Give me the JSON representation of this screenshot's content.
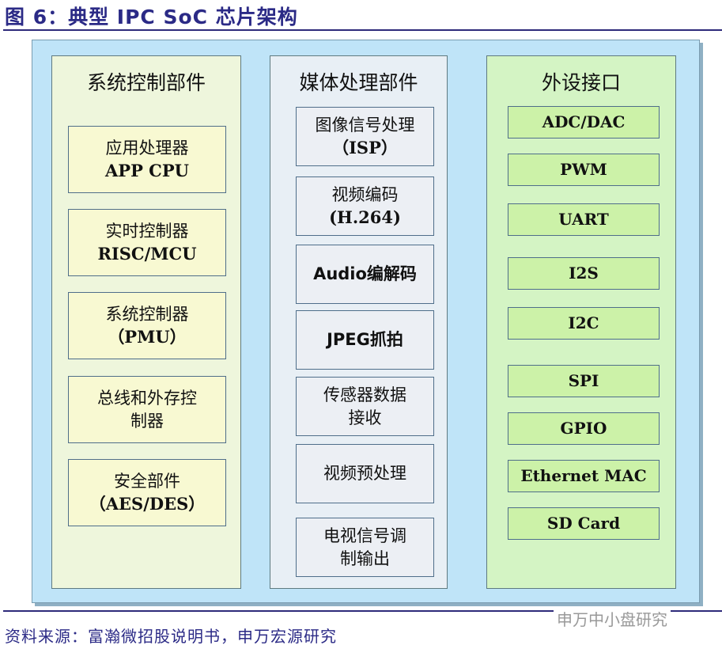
{
  "title": "图 6：典型 IPC SoC 芯片架构",
  "columns": [
    {
      "title": "系统控制部件",
      "items": [
        [
          "应用处理器",
          "APP CPU"
        ],
        [
          "实时控制器",
          "RISC/MCU"
        ],
        [
          "系统控制器",
          "（PMU）"
        ],
        [
          "总线和外存控",
          "制器"
        ],
        [
          "安全部件",
          "（AES/DES）"
        ]
      ]
    },
    {
      "title": "媒体处理部件",
      "items": [
        [
          "图像信号处理",
          "（ISP）"
        ],
        [
          "视频编码",
          "(H.264)"
        ],
        [
          "Audio编解码",
          ""
        ],
        [
          "JPEG抓拍",
          ""
        ],
        [
          "传感器数据",
          "接收"
        ],
        [
          "视频预处理",
          ""
        ],
        [
          "电视信号调",
          "制输出"
        ]
      ]
    },
    {
      "title": "外设接口",
      "items": [
        "ADC/DAC",
        "PWM",
        "UART",
        "I2S",
        "I2C",
        "SPI",
        "GPIO",
        "Ethernet MAC",
        "SD Card"
      ]
    }
  ],
  "source": "资料来源：富瀚微招股说明书，申万宏源研究",
  "watermark": "申万中小盘研究"
}
